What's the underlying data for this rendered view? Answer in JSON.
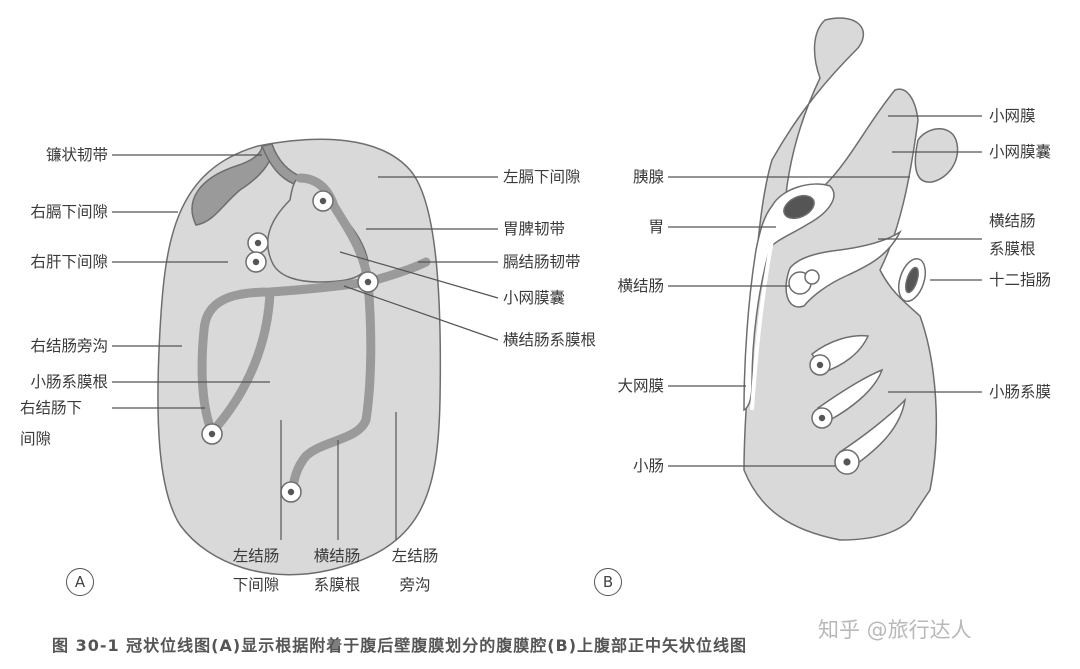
{
  "panel_a": {
    "marker": "A",
    "labels": {
      "falciform": "镰状韧带",
      "right_subphrenic": "右膈下间隙",
      "right_subhepatic": "右肝下间隙",
      "right_paracolic": "右结肠旁沟",
      "small_bowel_mesentery_root": "小肠系膜根",
      "right_infracolic_1": "右结肠下",
      "right_infracolic_2": "间隙",
      "left_subphrenic": "左膈下间隙",
      "gastrosplenic": "胃脾韧带",
      "phrenicocolic": "膈结肠韧带",
      "lesser_sac": "小网膜囊",
      "transverse_mesocolon_root": "横结肠系膜根",
      "left_infracolic_1": "左结肠",
      "left_infracolic_2": "下间隙",
      "tmc_root_bottom_1": "横结肠",
      "tmc_root_bottom_2": "系膜根",
      "left_paracolic_1": "左结肠",
      "left_paracolic_2": "旁沟"
    }
  },
  "panel_b": {
    "marker": "B",
    "labels": {
      "pancreas": "胰腺",
      "stomach": "胃",
      "transverse_colon": "横结肠",
      "greater_omentum": "大网膜",
      "small_intestine": "小肠",
      "lesser_omentum": "小网膜",
      "lesser_sac": "小网膜囊",
      "tmc_root_1": "横结肠",
      "tmc_root_2": "系膜根",
      "duodenum": "十二指肠",
      "small_bowel_mesentery": "小肠系膜"
    }
  },
  "caption": "图 30-1   冠状位线图(A)显示根据附着于腹后壁腹膜划分的腹膜腔(B)上腹部正中矢状位线图",
  "watermark": "知乎 @旅行达人",
  "colors": {
    "fill_light": "#d9d9d9",
    "fill_dark": "#9a9a9a",
    "stroke": "#6e6e6e"
  }
}
